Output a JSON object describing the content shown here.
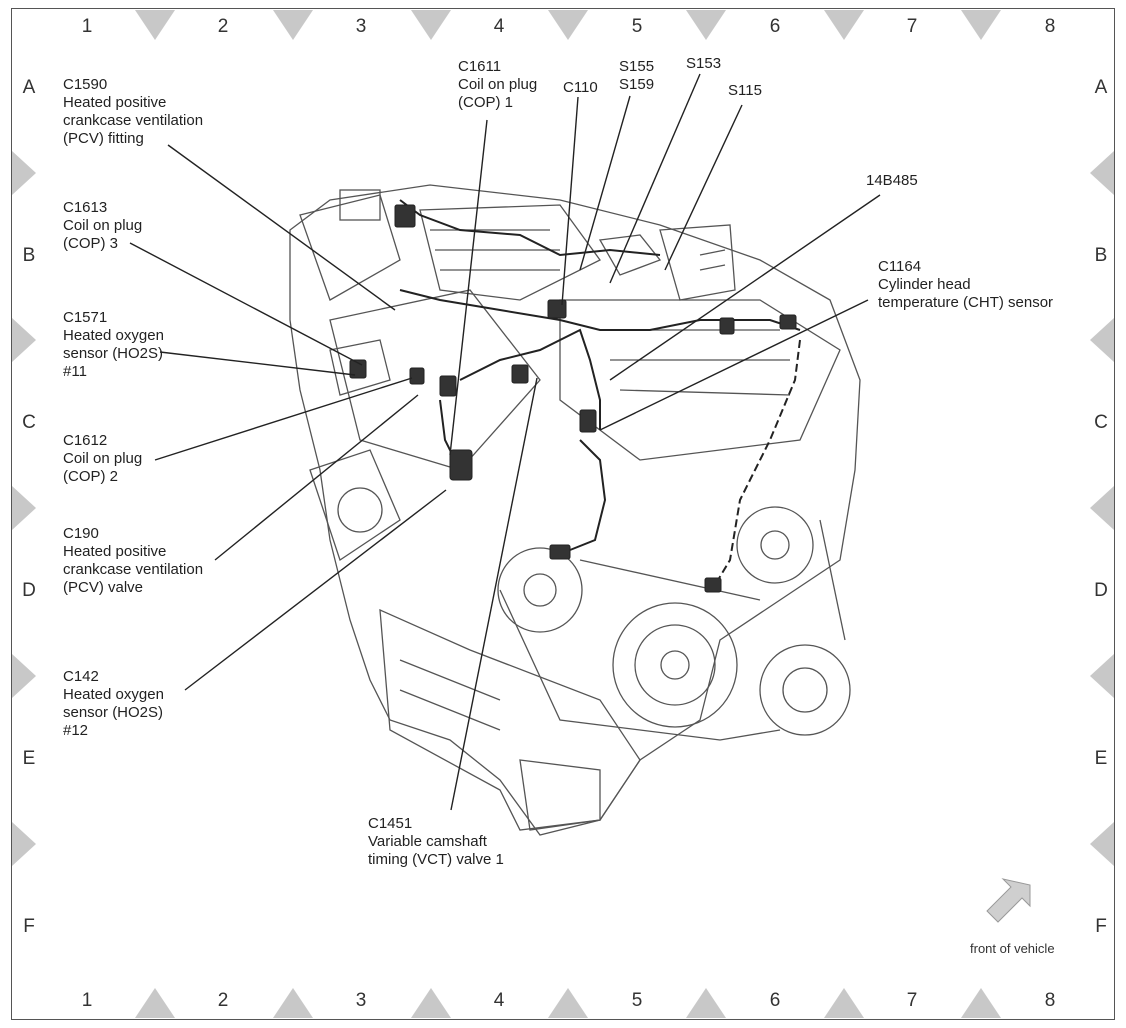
{
  "grid": {
    "columns": [
      "1",
      "2",
      "3",
      "4",
      "5",
      "6",
      "7",
      "8"
    ],
    "rows": [
      "A",
      "B",
      "C",
      "D",
      "E",
      "F"
    ]
  },
  "callouts": {
    "c1590": {
      "lines": [
        "C1590",
        "Heated positive",
        "crankcase ventilation",
        "(PCV) fitting"
      ]
    },
    "c1613": {
      "lines": [
        "C1613",
        "Coil on plug",
        "(COP) 3"
      ]
    },
    "c1571": {
      "lines": [
        "C1571",
        "Heated oxygen",
        "sensor (HO2S)",
        "#11"
      ]
    },
    "c1612": {
      "lines": [
        "C1612",
        "Coil on plug",
        "(COP) 2"
      ]
    },
    "c190": {
      "lines": [
        "C190",
        "Heated positive",
        "crankcase ventilation",
        "(PCV) valve"
      ]
    },
    "c142": {
      "lines": [
        "C142",
        "Heated oxygen",
        "sensor (HO2S)",
        "#12"
      ]
    },
    "c1611": {
      "lines": [
        "C1611",
        "Coil on plug",
        "(COP) 1"
      ]
    },
    "c110": {
      "lines": [
        "C110"
      ]
    },
    "s155": {
      "lines": [
        "S155",
        "S159"
      ]
    },
    "s153": {
      "lines": [
        "S153"
      ]
    },
    "s115": {
      "lines": [
        "S115"
      ]
    },
    "b485": {
      "lines": [
        "14B485"
      ]
    },
    "c1164": {
      "lines": [
        "C1164",
        "Cylinder head",
        "temperature (CHT) sensor"
      ]
    },
    "c1451": {
      "lines": [
        "C1451",
        "Variable camshaft",
        "timing (VCT) valve 1"
      ]
    }
  },
  "front_of_vehicle": "front of vehicle",
  "colors": {
    "line": "#222222",
    "marker": "#c8c8c8",
    "engine": "#555555",
    "arrow": "#cfcfcf"
  }
}
